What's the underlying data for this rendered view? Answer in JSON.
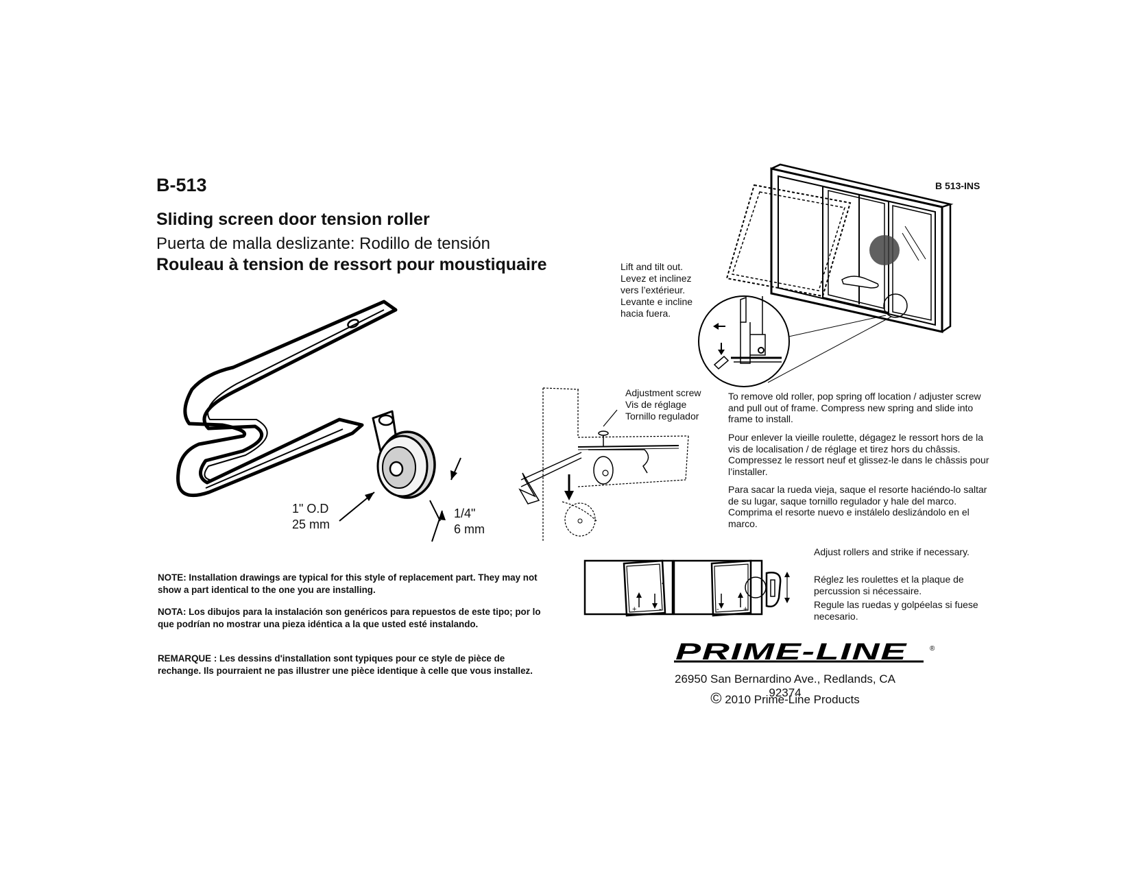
{
  "header": {
    "part_number": "B-513",
    "doc_id": "B 513-INS",
    "title_en": "Sliding screen door tension roller",
    "title_es": "Puerta de malla deslizante: Rodillo de tensión",
    "title_fr": "Rouleau à tension de ressort pour moustiquaire"
  },
  "dimensions": {
    "od_line1": "1\" O.D",
    "od_line2": "25 mm",
    "width_line1": "1/4\"",
    "width_line2": "6 mm"
  },
  "notes": {
    "en": "NOTE: Installation drawings are typical for this style of replacement part. They may not show a part identical to the one you are installing.",
    "es": "NOTA: Los dibujos para la instalación son genéricos para repuestos de este tipo; por lo que podrían no mostrar una pieza idéntica a la que usted esté instalando.",
    "fr": "REMARQUE : Les dessins d'installation sont typiques pour ce style de pièce de rechange.  Ils pourraient ne pas illustrer une pièce identique à celle que vous installez."
  },
  "labels": {
    "lift_en": "Lift and tilt out.",
    "lift_fr_1": "Levez et inclinez",
    "lift_fr_2": "vers l’extérieur.",
    "lift_es_1": "Levante e incline",
    "lift_es_2": "hacia fuera.",
    "adj_en": "Adjustment screw",
    "adj_fr": "Vis de réglage",
    "adj_es": "Tornillo regulador"
  },
  "instructions": {
    "en": "To remove old roller, pop spring off location / adjuster screw and pull out of frame. Compress new spring and slide into frame to install.",
    "fr": "Pour enlever la vieille roulette, dégagez le ressort hors de la vis de localisation / de réglage et tirez hors du châssis.  Compressez le ressort neuf et glissez-le dans le châssis pour l’installer.",
    "es": "Para sacar la rueda vieja, saque el resorte haciéndo-lo saltar de su lugar, saque tornillo regulador y hale del marco. Comprima el resorte nuevo e instálelo deslizándolo en el marco."
  },
  "adjust": {
    "en": "Adjust rollers and strike if necessary.",
    "fr": "Réglez les roulettes et la plaque de percussion si nécessaire.",
    "es": "Regule las ruedas y golpéelas si fuese necesario."
  },
  "brand": {
    "name": "PRIME-LINE",
    "registered": "®",
    "address": "26950 San Bernardino Ave., Redlands, CA 92374",
    "copyright_symbol": "©",
    "copyright": "2010 Prime-Line Products"
  },
  "adjust_marks": {
    "plus": "+",
    "minus": "-"
  }
}
